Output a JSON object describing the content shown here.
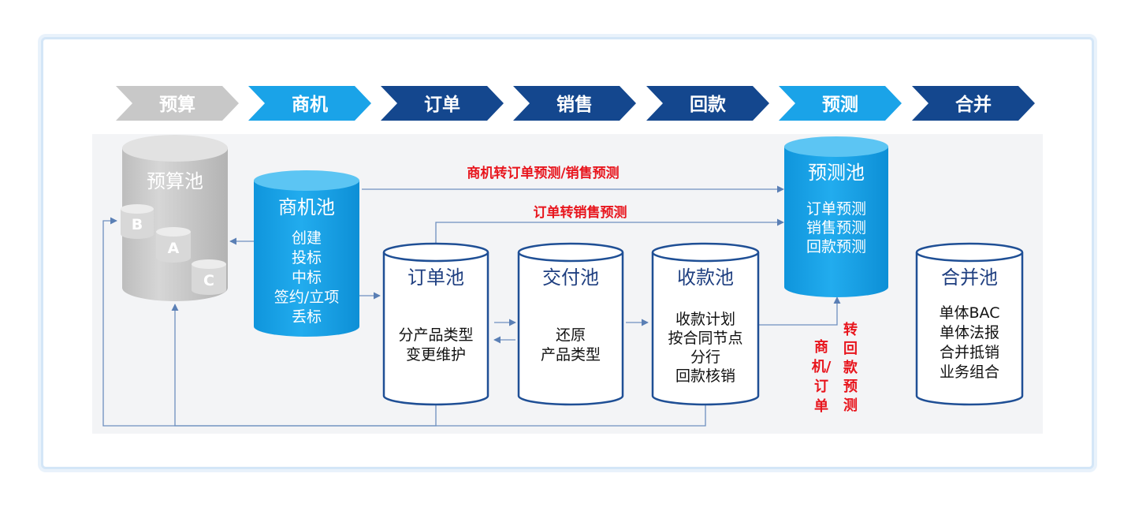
{
  "stages": [
    {
      "label": "预算",
      "color": "#c8c8c8"
    },
    {
      "label": "商机",
      "color": "#1aa3e8"
    },
    {
      "label": "订单",
      "color": "#14478e"
    },
    {
      "label": "销售",
      "color": "#14478e"
    },
    {
      "label": "回款",
      "color": "#14478e"
    },
    {
      "label": "预测",
      "color": "#1aa3e8"
    },
    {
      "label": "合并",
      "color": "#14478e"
    }
  ],
  "pools": {
    "budget": {
      "title": "预算池",
      "sub_b": "B",
      "sub_a": "A",
      "sub_c": "C"
    },
    "opportunity": {
      "title": "商机池",
      "items": [
        "创建",
        "投标",
        "中标",
        "签约/立项",
        "丢标"
      ]
    },
    "order": {
      "title": "订单池",
      "items": [
        "分产品类型",
        "变更维护"
      ]
    },
    "delivery": {
      "title": "交付池",
      "items": [
        "还原",
        "产品类型"
      ]
    },
    "collection": {
      "title": "收款池",
      "items": [
        "收款计划",
        "按合同节点",
        "分行",
        "回款核销"
      ]
    },
    "forecast": {
      "title": "预测池",
      "items": [
        "订单预测",
        "销售预测",
        "回款预测"
      ]
    },
    "merge": {
      "title": "合并池",
      "items": [
        "单体BAC",
        "单体法报",
        "合并抵销",
        "业务组合"
      ]
    }
  },
  "annotations": {
    "opp_to_forecast": "商机转订单预测/销售预测",
    "order_to_sales": "订单转销售预测",
    "opp_order_label": [
      "商",
      "机/",
      "订",
      "单"
    ],
    "to_collection_forecast": [
      "转",
      "回",
      "款",
      "预",
      "测"
    ]
  },
  "colors": {
    "gray": "#c8c8c8",
    "light_blue": "#1aa3e8",
    "dark_blue": "#14478e",
    "outline_blue": "#1f4f95",
    "red": "#e8151d",
    "line": "#6e8fbf",
    "panel": "#f3f4f6"
  }
}
